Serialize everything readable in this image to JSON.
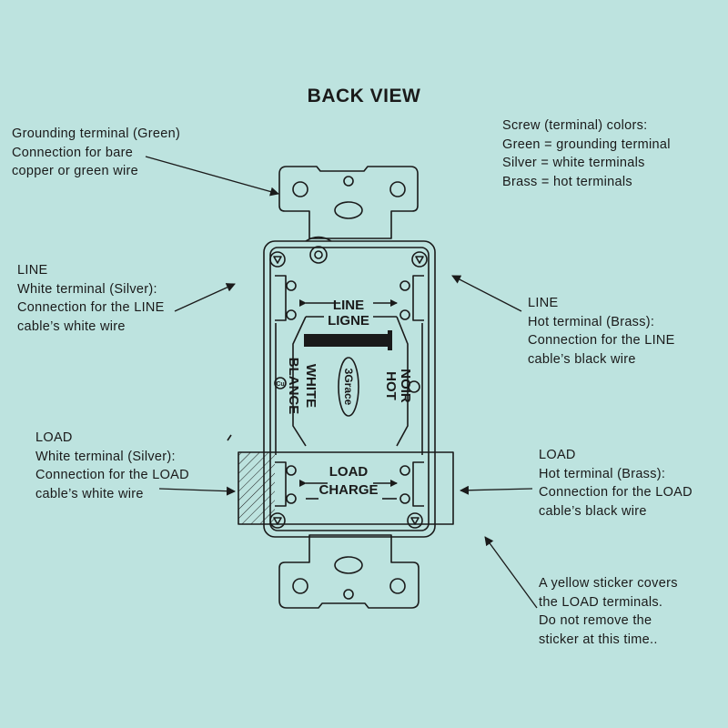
{
  "title": "BACK VIEW",
  "callouts": {
    "grounding": [
      "Grounding terminal (Green)",
      "Connection for bare",
      "copper or green wire"
    ],
    "screw_colors": [
      "Screw (terminal) colors:",
      "Green = grounding terminal",
      "Silver = white terminals",
      "Brass = hot terminals"
    ],
    "line_white": [
      "LINE",
      "White terminal (Silver):",
      "Connection for the LINE",
      "cable’s white wire"
    ],
    "line_hot": [
      "LINE",
      "Hot terminal (Brass):",
      "Connection for the LINE",
      "cable’s black  wire"
    ],
    "load_white": [
      "LOAD",
      "White terminal (Silver):",
      "Connection for the LOAD",
      "cable’s white wire"
    ],
    "load_hot": [
      "LOAD",
      "Hot terminal (Brass):",
      "Connection for the LOAD",
      "cable’s black  wire"
    ],
    "sticker": [
      "A yellow sticker covers",
      "the LOAD terminals.",
      "Do not remove the",
      "sticker at this time.."
    ]
  },
  "device_labels": {
    "line": "LINE",
    "ligne": "LIGNE",
    "white": "WHITE",
    "blance": "BLANCE",
    "hot": "HOT",
    "noir": "NOIR",
    "brand": "3Grace",
    "load": "LOAD",
    "charge": "CHARGE",
    "cu": "Cu"
  },
  "colors": {
    "background": "#bde3df",
    "line_art": "#1a1a1a"
  }
}
